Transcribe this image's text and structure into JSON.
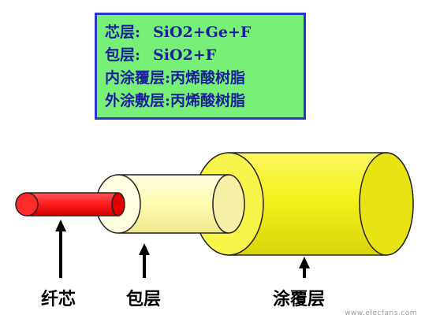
{
  "legend": {
    "rows": [
      {
        "key": "芯层:",
        "value": "SiO2+Ge+F"
      },
      {
        "key": "包层:",
        "value": "SiO2+F"
      },
      {
        "key": "内涂覆层:",
        "value": "丙烯酸树脂"
      },
      {
        "key": "外涂敷层:",
        "value": "丙烯酸树脂"
      }
    ]
  },
  "labels": {
    "core": "纤芯",
    "cladding": "包层",
    "coating": "涂覆层"
  },
  "colors": {
    "legend_bg": "#78f078",
    "legend_border": "#2d35c8",
    "legend_text": "#1a1f9a",
    "core": "#ff1a1a",
    "cladding": "#fffdb0",
    "coating": "#f4f21a"
  },
  "icons": [
    "arrow-up-icon",
    "arrow-up-icon",
    "arrow-up-icon"
  ],
  "watermark": "www.elecfans.com"
}
